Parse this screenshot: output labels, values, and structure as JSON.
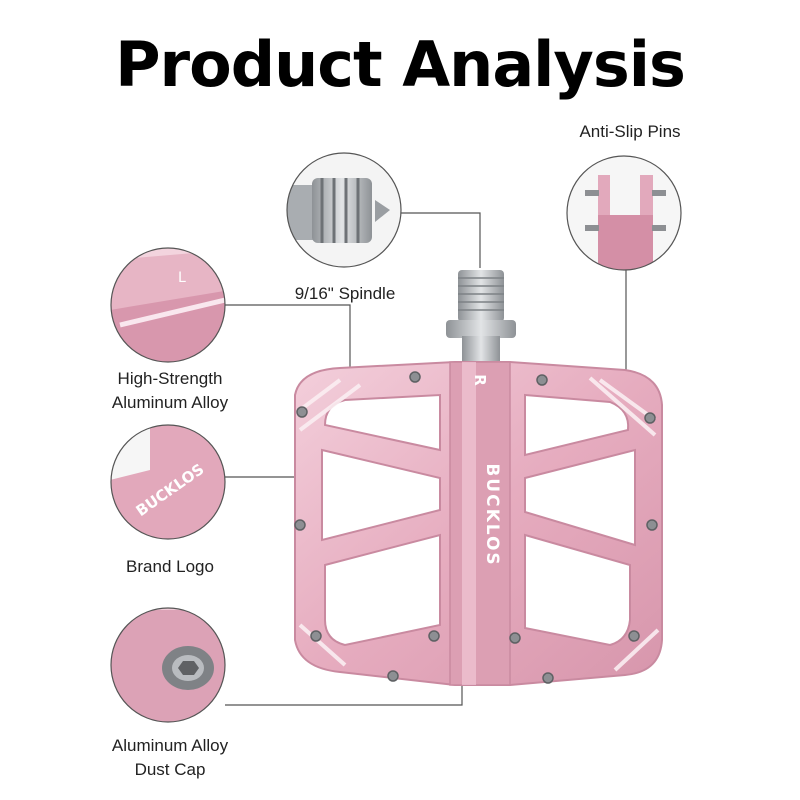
{
  "title": "Product Analysis",
  "callouts": {
    "spindle": {
      "lines": [
        "9/16\" Spindle"
      ],
      "icon": "spindle-detail"
    },
    "pins": {
      "lines": [
        "Anti-Slip Pins"
      ],
      "icon": "anti-slip-pins-detail"
    },
    "alloy": {
      "lines": [
        "High-Strength",
        "Aluminum Alloy"
      ],
      "icon": "alloy-body-detail"
    },
    "logo": {
      "lines": [
        "Brand Logo"
      ],
      "icon": "brand-logo-detail"
    },
    "dustcap": {
      "lines": [
        "Aluminum Alloy",
        "Dust Cap"
      ],
      "icon": "dust-cap-detail"
    }
  },
  "pedal": {
    "brand": "BUCKLOS",
    "side_mark": "R",
    "closeup_side_mark": "L"
  },
  "colors": {
    "pedal_pink": "#e8b3c4",
    "pedal_dark": "#c98aa0",
    "pedal_light": "#f7dde6",
    "metal": "#b9bcc0",
    "line": "#555555"
  }
}
